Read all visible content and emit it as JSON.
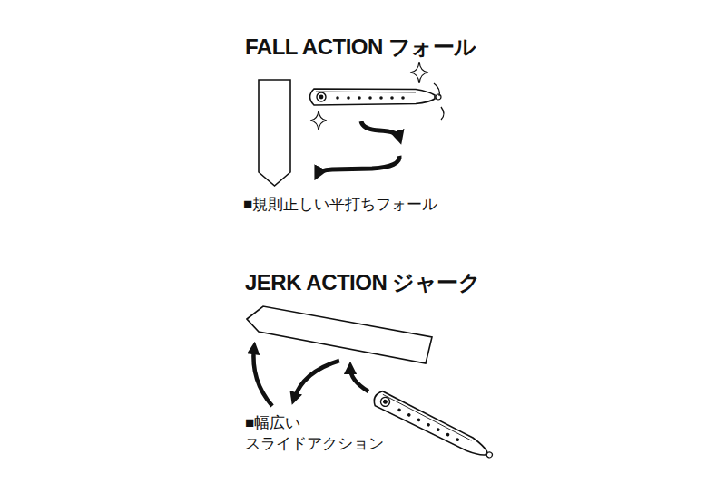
{
  "diagram": {
    "labels": [
      "FALL ACTION フォール",
      "■規則正しい平打ちフォール",
      "JERK ACTION ジャーク",
      "■幅広い スライドアクション"
    ]
  }
}
